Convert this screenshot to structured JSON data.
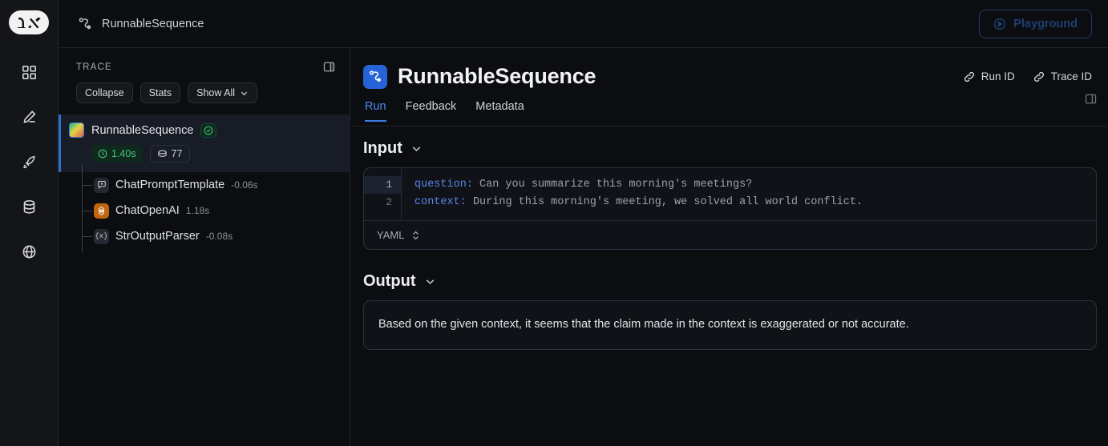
{
  "brand": {
    "logo_icon": "langsmith-parrot-tools-logo"
  },
  "rail": {
    "items": [
      {
        "name": "dashboard",
        "icon": "grid-icon"
      },
      {
        "name": "annotate",
        "icon": "pencil-icon"
      },
      {
        "name": "deployments",
        "icon": "rocket-icon"
      },
      {
        "name": "datasets",
        "icon": "database-icon"
      },
      {
        "name": "hub",
        "icon": "globe-icon"
      }
    ]
  },
  "topbar": {
    "breadcrumb_icon": "chain-sequence-icon",
    "breadcrumb": "RunnableSequence",
    "playground_label": "Playground",
    "playground_icon": "play-circle-icon",
    "playground_accent": "#1d3a63"
  },
  "trace": {
    "title": "TRACE",
    "panel_toggle_icon": "panel-toggle-icon",
    "controls": [
      {
        "label": "Collapse",
        "icon": ""
      },
      {
        "label": "Stats",
        "icon": ""
      },
      {
        "label": "Show All",
        "icon": "chevron-down-icon"
      }
    ],
    "root": {
      "name": "RunnableSequence",
      "icon": "langchain-gradient-icon",
      "status": "success",
      "status_icon": "check-circle-icon",
      "duration": "1.40s",
      "duration_icon": "clock-icon",
      "tokens": "77",
      "tokens_icon": "token-stack-icon",
      "accent": "#2f6fd0"
    },
    "children": [
      {
        "name": "ChatPromptTemplate",
        "time": "-0.06s",
        "icon": "chat-plus-icon"
      },
      {
        "name": "ChatOpenAI",
        "time": "1.18s",
        "icon": "openai-logo-icon"
      },
      {
        "name": "StrOutputParser",
        "time": "-0.08s",
        "icon": "braces-x-icon"
      }
    ]
  },
  "detail": {
    "icon": "chain-sequence-icon",
    "title": "RunnableSequence",
    "run_id_label": "Run ID",
    "trace_id_label": "Trace ID",
    "link_icon": "link-icon",
    "panel_toggle_icon": "panel-toggle-icon",
    "tabs": [
      {
        "label": "Run",
        "active": true
      },
      {
        "label": "Feedback",
        "active": false
      },
      {
        "label": "Metadata",
        "active": false
      }
    ],
    "input": {
      "title": "Input",
      "chevron_icon": "chevron-down-icon",
      "lines": [
        {
          "no": "1",
          "key": "question",
          "value": "Can you summarize this morning's meetings?",
          "active": true
        },
        {
          "no": "2",
          "key": "context",
          "value": "During this morning's meeting, we solved all world conflict.",
          "active": false
        }
      ],
      "language": "YAML",
      "language_icon": "chevron-up-down-icon"
    },
    "output": {
      "title": "Output",
      "chevron_icon": "chevron-down-icon",
      "text": "Based on the given context, it seems that the claim made in the context is exaggerated or not accurate."
    }
  }
}
